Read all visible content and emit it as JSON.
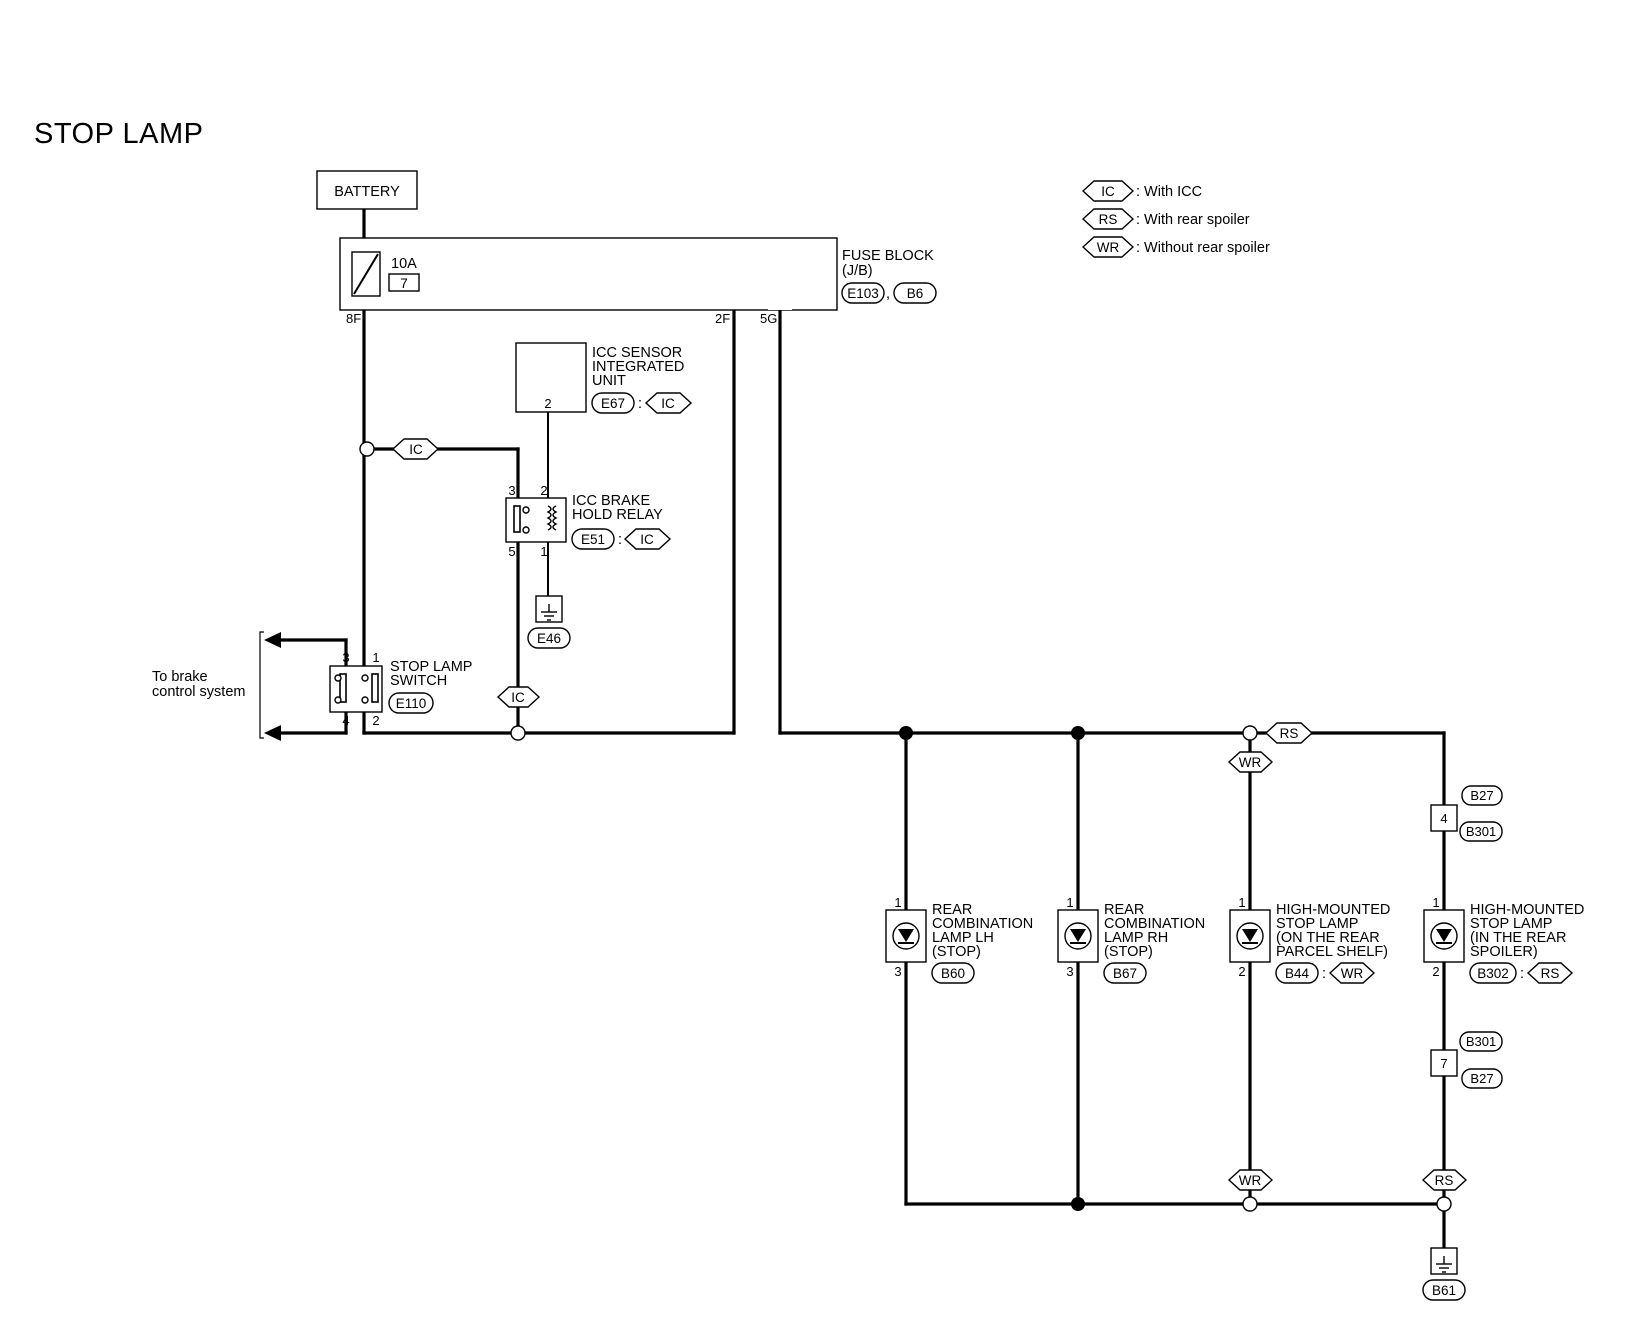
{
  "title": "STOP LAMP",
  "legend": [
    {
      "code": "IC",
      "text": ": With ICC"
    },
    {
      "code": "RS",
      "text": ": With rear spoiler"
    },
    {
      "code": "WR",
      "text": ": Without rear spoiler"
    }
  ],
  "battery": {
    "label": "BATTERY"
  },
  "fuse_block": {
    "name": [
      "FUSE BLOCK",
      "(J/B)"
    ],
    "connectors": [
      "E103",
      "B6"
    ],
    "fuse_rating": "10A",
    "fuse_number": "7",
    "terminals": {
      "left": "8F",
      "mid": "2F",
      "right": "5G"
    }
  },
  "icc_sensor": {
    "name": [
      "ICC SENSOR",
      "INTEGRATED",
      "UNIT"
    ],
    "pin": "2",
    "connector": "E67",
    "option": "IC"
  },
  "icc_relay": {
    "name": [
      "ICC BRAKE",
      "HOLD RELAY"
    ],
    "pins": {
      "tl": "3",
      "tr": "2",
      "bl": "5",
      "br": "1"
    },
    "connector": "E51",
    "option": "IC"
  },
  "ground_e46": {
    "connector": "E46"
  },
  "stop_lamp_switch": {
    "name": [
      "STOP LAMP",
      "SWITCH"
    ],
    "pins": {
      "tl": "3",
      "tr": "1",
      "bl": "4",
      "br": "2"
    },
    "connector": "E110",
    "note": [
      "To brake",
      "control system"
    ]
  },
  "wire_tags": {
    "ic_upper": "IC",
    "ic_lower": "IC",
    "rs_top": "RS",
    "wr_top": "WR",
    "wr_bottom": "WR",
    "rs_bottom": "RS"
  },
  "lamps": [
    {
      "name": [
        "REAR",
        "COMBINATION",
        "LAMP LH",
        "(STOP)"
      ],
      "pin_top": "1",
      "pin_bottom": "3",
      "connector": "B60",
      "option": ""
    },
    {
      "name": [
        "REAR",
        "COMBINATION",
        "LAMP RH",
        "(STOP)"
      ],
      "pin_top": "1",
      "pin_bottom": "3",
      "connector": "B67",
      "option": ""
    },
    {
      "name": [
        "HIGH-MOUNTED",
        "STOP LAMP",
        "(ON THE REAR",
        " PARCEL SHELF)"
      ],
      "pin_top": "1",
      "pin_bottom": "2",
      "connector": "B44",
      "option": "WR"
    },
    {
      "name": [
        "HIGH-MOUNTED",
        "STOP LAMP",
        "(IN THE REAR",
        " SPOILER)"
      ],
      "pin_top": "1",
      "pin_bottom": "2",
      "connector": "B302",
      "option": "RS"
    }
  ],
  "junction_upper": {
    "pin": "4",
    "connector_top": "B27",
    "connector_bottom": "B301"
  },
  "junction_lower": {
    "pin": "7",
    "connector_top": "B301",
    "connector_bottom": "B27"
  },
  "ground_b61": {
    "connector": "B61"
  }
}
